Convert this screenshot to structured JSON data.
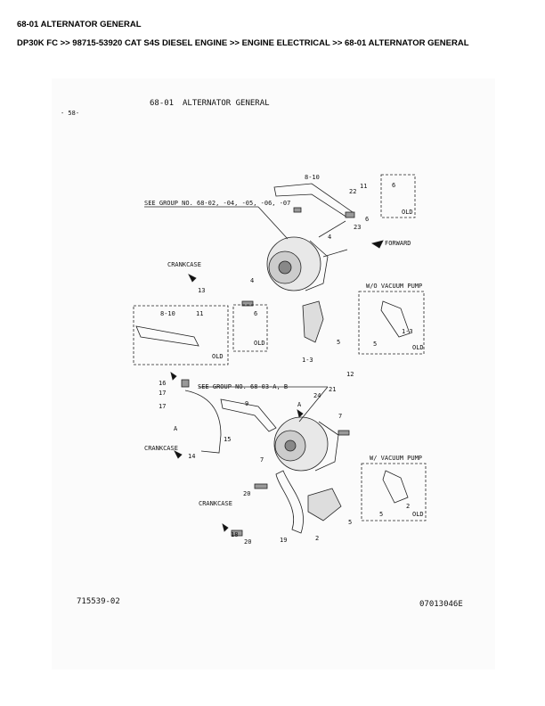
{
  "page_title": "68-01 ALTERNATOR GENERAL",
  "breadcrumb": "DP30K FC >> 98715-53920 CAT S4S DIESEL ENGINE >> ENGINE ELECTRICAL >> 68-01 ALTERNATOR GENERAL",
  "diagram": {
    "page_no": "- 58-",
    "group_no": "68-01",
    "group_title": "ALTERNATOR GENERAL",
    "footer_left": "715539-02",
    "footer_right": "07013046E",
    "top_labels": [
      "8-10",
      "22",
      "11",
      "6",
      "OLD",
      "SEE GROUP NO. 68-02, -04, -05, -06, -07",
      "23",
      "6",
      "4",
      "FORWARD",
      "CRANKCASE",
      "13",
      "4",
      "6",
      "OLD",
      "8-10",
      "11",
      "OLD",
      "1-3",
      "5",
      "W/O VACUUM PUMP",
      "5",
      "1-3",
      "OLD"
    ],
    "bottom_labels": [
      "16",
      "17",
      "17",
      "A",
      "SEE GROUP NO. 68-03-A, B",
      "9",
      "A",
      "24",
      "21",
      "12",
      "15",
      "14",
      "CRANKCASE",
      "7",
      "7",
      "20",
      "CRANKCASE",
      "18",
      "20",
      "19",
      "2",
      "5",
      "W/ VACUUM PUMP",
      "5",
      "2",
      "OLD"
    ]
  }
}
